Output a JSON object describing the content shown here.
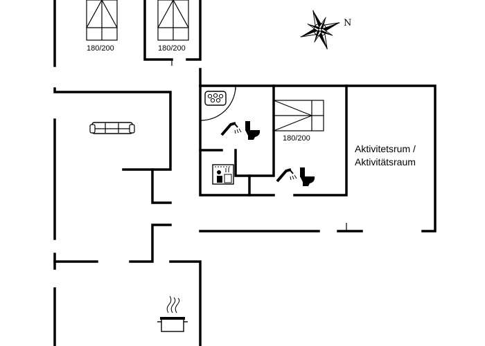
{
  "labels": {
    "bed_left": "180/200",
    "bed_right": "180/200",
    "bed_center": "180/200",
    "activity_room_line1": "Aktivitetsrum /",
    "activity_room_line2": "Aktivitätsraum",
    "compass_north": "N"
  },
  "icons": {
    "sofa": "sofa-icon",
    "shower": "shower-icon",
    "toilet": "toilet-icon",
    "sauna": "sauna-icon",
    "whirlpool": "whirlpool-icon",
    "cooking_pot": "cooking-pot-icon",
    "compass": "compass-rose-icon"
  }
}
